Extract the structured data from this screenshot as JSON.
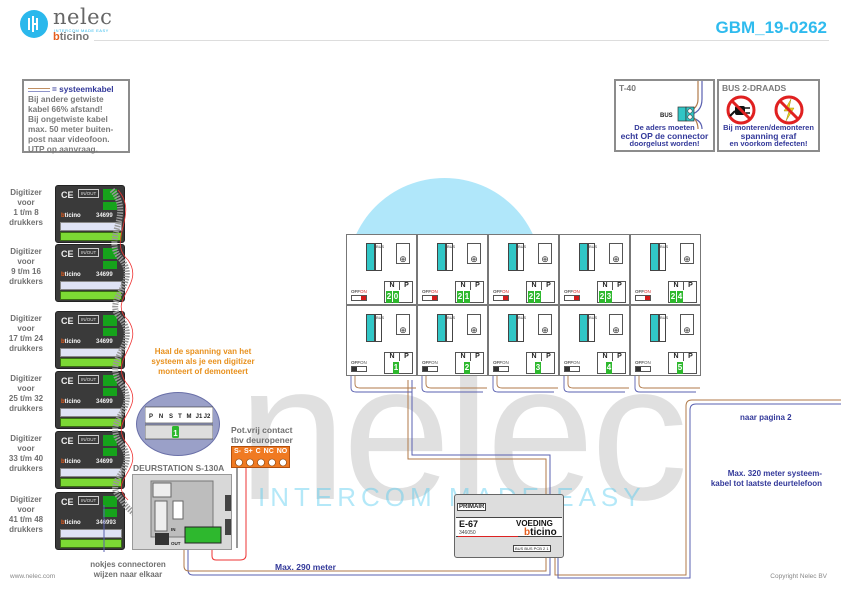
{
  "header": {
    "logo_name": "nelec",
    "logo_tagline": "INTERCOM MADE EASY",
    "logo_brand_accent": "b",
    "logo_brand_rest": "ticino",
    "document_id": "GBM_19-0262"
  },
  "watermark": {
    "word": "nelec",
    "tagline": "INTERCOM MADE EASY"
  },
  "cable_note": {
    "legend_label": "= systeemkabel",
    "lines": [
      "Bij andere getwiste",
      "kabel 66% afstand!",
      "Bij ongetwiste kabel",
      "max. 50 meter buiten-",
      "post naar videofoon.",
      "UTP op aanvraag."
    ]
  },
  "t40_box": {
    "title": "T-40",
    "bus_label": "BUS",
    "note_lines": [
      "De aders moeten",
      "echt OP de connector",
      "doorgelust worden!"
    ]
  },
  "bus2_box": {
    "title": "BUS 2-DRAADS",
    "icons": [
      "no-plug-icon",
      "no-power-icon"
    ],
    "note_lines": [
      "Bij monteren/demonteren",
      "spanning eraf",
      "en voorkom defecten!"
    ]
  },
  "digitizers": [
    {
      "label_lines": [
        "Digitizer",
        "voor",
        "1 t/m 8",
        "drukkers"
      ],
      "code": "34699"
    },
    {
      "label_lines": [
        "Digitizer",
        "voor",
        "9 t/m 16",
        "drukkers"
      ],
      "code": "34699"
    },
    {
      "label_lines": [
        "Digitizer",
        "voor",
        "17 t/m 24",
        "drukkers"
      ],
      "code": "34699"
    },
    {
      "label_lines": [
        "Digitizer",
        "voor",
        "25 t/m 32",
        "drukkers"
      ],
      "code": "34699"
    },
    {
      "label_lines": [
        "Digitizer",
        "voor",
        "33 t/m 40",
        "drukkers"
      ],
      "code": "34699"
    },
    {
      "label_lines": [
        "Digitizer",
        "voor",
        "41 t/m 48",
        "drukkers"
      ],
      "code": "346993"
    }
  ],
  "digitizer_module": {
    "ce": "CE",
    "in_out": "IN/OUT",
    "brand_accent": "b",
    "brand_rest": "ticino"
  },
  "warning_note": {
    "lines": [
      "Haal de spanning van het",
      "systeem als je een digitizer",
      "monteert of demonteert"
    ]
  },
  "dip_switch": {
    "labels": [
      "P",
      "N",
      "S",
      "T",
      "M",
      "J1",
      "J2"
    ],
    "selected_value": "1"
  },
  "relay": {
    "note_lines": [
      "Pot.vrij contact",
      "tbv deuropener"
    ],
    "terminals": "S-  S+ C NC NO"
  },
  "door_station": {
    "title": "DEURSTATION S-130A",
    "in_label": "IN",
    "out_label": "OUT"
  },
  "nokjes_note": {
    "lines": [
      "nokjes connectoren",
      "wijzen naar elkaar"
    ]
  },
  "door_phones": {
    "header_n": "N",
    "header_p": "P",
    "bus_label": "BUS",
    "switch_off": "OFF",
    "switch_on": "ON",
    "top_row": [
      {
        "n": [
          "2",
          "0"
        ],
        "switch": "on"
      },
      {
        "n": [
          "2",
          "1"
        ],
        "switch": "on"
      },
      {
        "n": [
          "2",
          "2"
        ],
        "switch": "on"
      },
      {
        "n": [
          "2",
          "3"
        ],
        "switch": "on"
      },
      {
        "n": [
          "2",
          "4"
        ],
        "switch": "on"
      }
    ],
    "bottom_row": [
      {
        "n": [
          "",
          "1"
        ],
        "switch": "off"
      },
      {
        "n": [
          "",
          "2"
        ],
        "switch": "off"
      },
      {
        "n": [
          "",
          "3"
        ],
        "switch": "off"
      },
      {
        "n": [
          "",
          "4"
        ],
        "switch": "off"
      },
      {
        "n": [
          "",
          "5"
        ],
        "switch": "off"
      }
    ]
  },
  "power_supply": {
    "primary_label": "PRIMAIR",
    "model": "E-67",
    "name": "VOEDING",
    "code": "346050",
    "brand_accent": "b",
    "brand_rest": "ticino",
    "terminals": "BUS BUS PCB 2 1"
  },
  "cable_labels": {
    "max290": "Max. 290 meter",
    "naar_pagina": "naar pagina 2",
    "max320_lines": [
      "Max. 320 meter systeem-",
      "kabel tot laatste deurtelefoon"
    ]
  },
  "colors": {
    "accent_blue": "#2fbbee",
    "text_blue": "#33399a",
    "warning_orange": "#e8901c",
    "cable_brown": "#b07a4a",
    "cable_blue": "#5a60b0",
    "terminal_green": "#2eb82e",
    "relay_orange": "#f07a22"
  },
  "footer": {
    "website": "www.nelec.com",
    "copyright": "Copyright Nelec BV"
  }
}
